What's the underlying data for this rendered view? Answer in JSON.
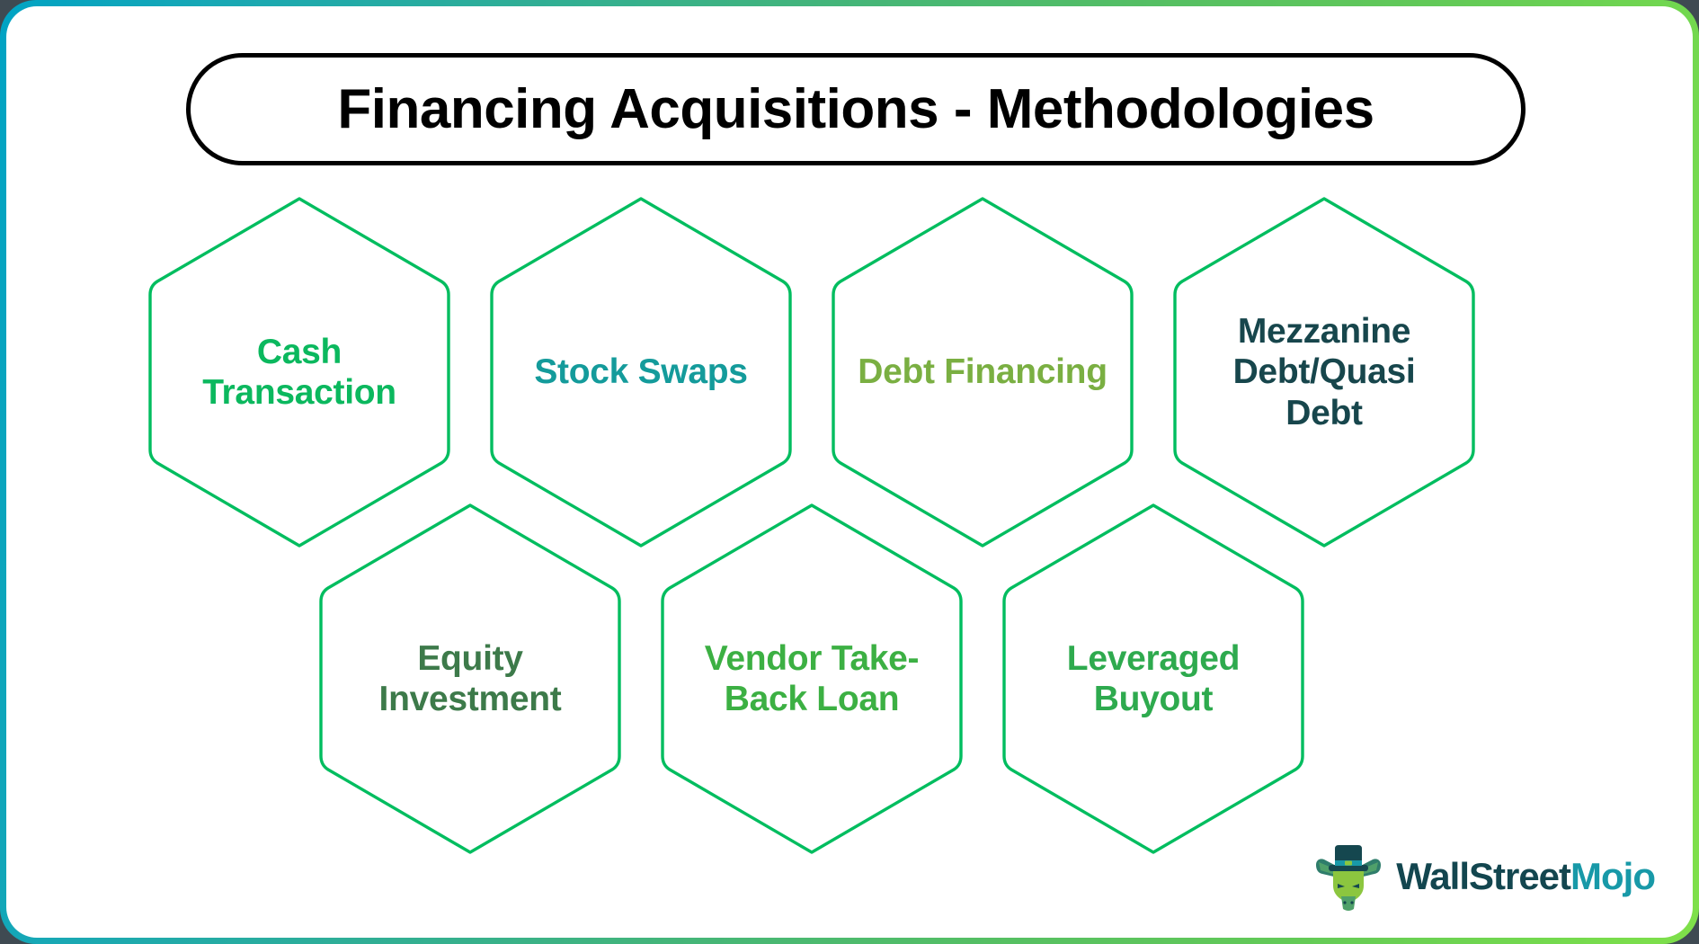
{
  "title": "Financing Acquisitions - Methodologies",
  "frame": {
    "gradient_start": "#00a3c4",
    "gradient_end": "#7fe04a",
    "background": "#ffffff",
    "outer_background": "#3f4a52"
  },
  "hexagons": {
    "stroke_color": "#00bd5f",
    "fill": "none",
    "row1": [
      {
        "label": "Cash Transaction",
        "color": "#0bb85e"
      },
      {
        "label": "Stock Swaps",
        "color": "#149b9b"
      },
      {
        "label": "Debt Financing",
        "color": "#7aaf42"
      },
      {
        "label": "Mezzanine Debt/Quasi Debt",
        "color": "#17464c"
      }
    ],
    "row2": [
      {
        "label": "Equity Investment",
        "color": "#3d7a4a"
      },
      {
        "label": "Vendor Take-Back Loan",
        "color": "#3cb043"
      },
      {
        "label": "Leveraged Buyout",
        "color": "#2eaa4e"
      }
    ]
  },
  "logo": {
    "icon": "bull-with-top-hat-icon",
    "word_primary": "WallStreet",
    "word_secondary": "Mojo",
    "color_primary": "#13464f",
    "color_secondary": "#1899a8"
  }
}
